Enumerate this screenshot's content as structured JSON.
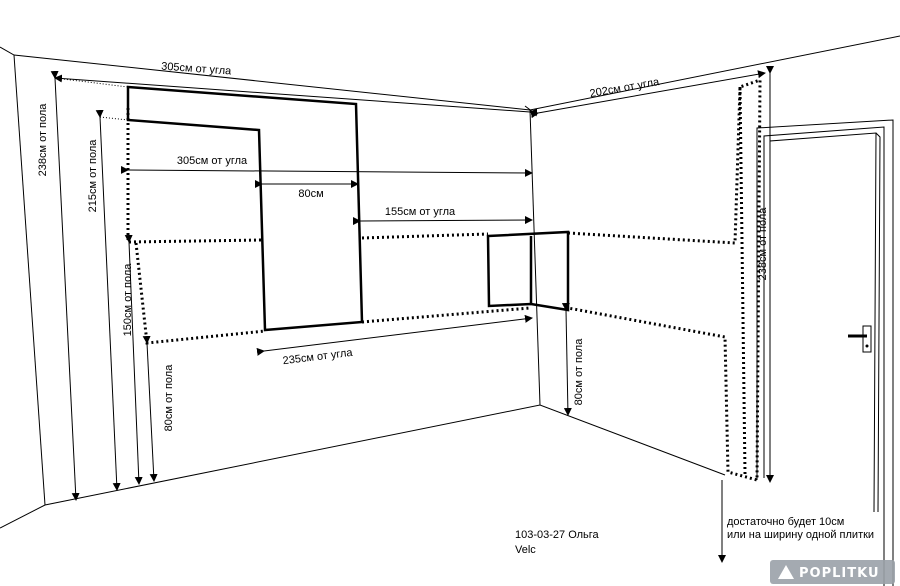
{
  "labels": {
    "top_left": "305см от угла",
    "mid_left": "305см от угла",
    "center": "80см",
    "mid_right": "155см от угла",
    "bottom": "235см от угла",
    "right_top": "202см от угла",
    "left_238": "238см от пола",
    "left_215": "215см от пола",
    "left_150": "150см от пола",
    "left_80": "80см от пола",
    "right_80": "80см от пола",
    "right_238": "238см от пола"
  },
  "note": {
    "line1": "достаточно будет 10см",
    "line2": "или на ширину одной плитки"
  },
  "signature": {
    "line1": "103-03-27 Ольга",
    "line2": "Velc"
  },
  "watermark": {
    "text": "POPLITKU"
  }
}
